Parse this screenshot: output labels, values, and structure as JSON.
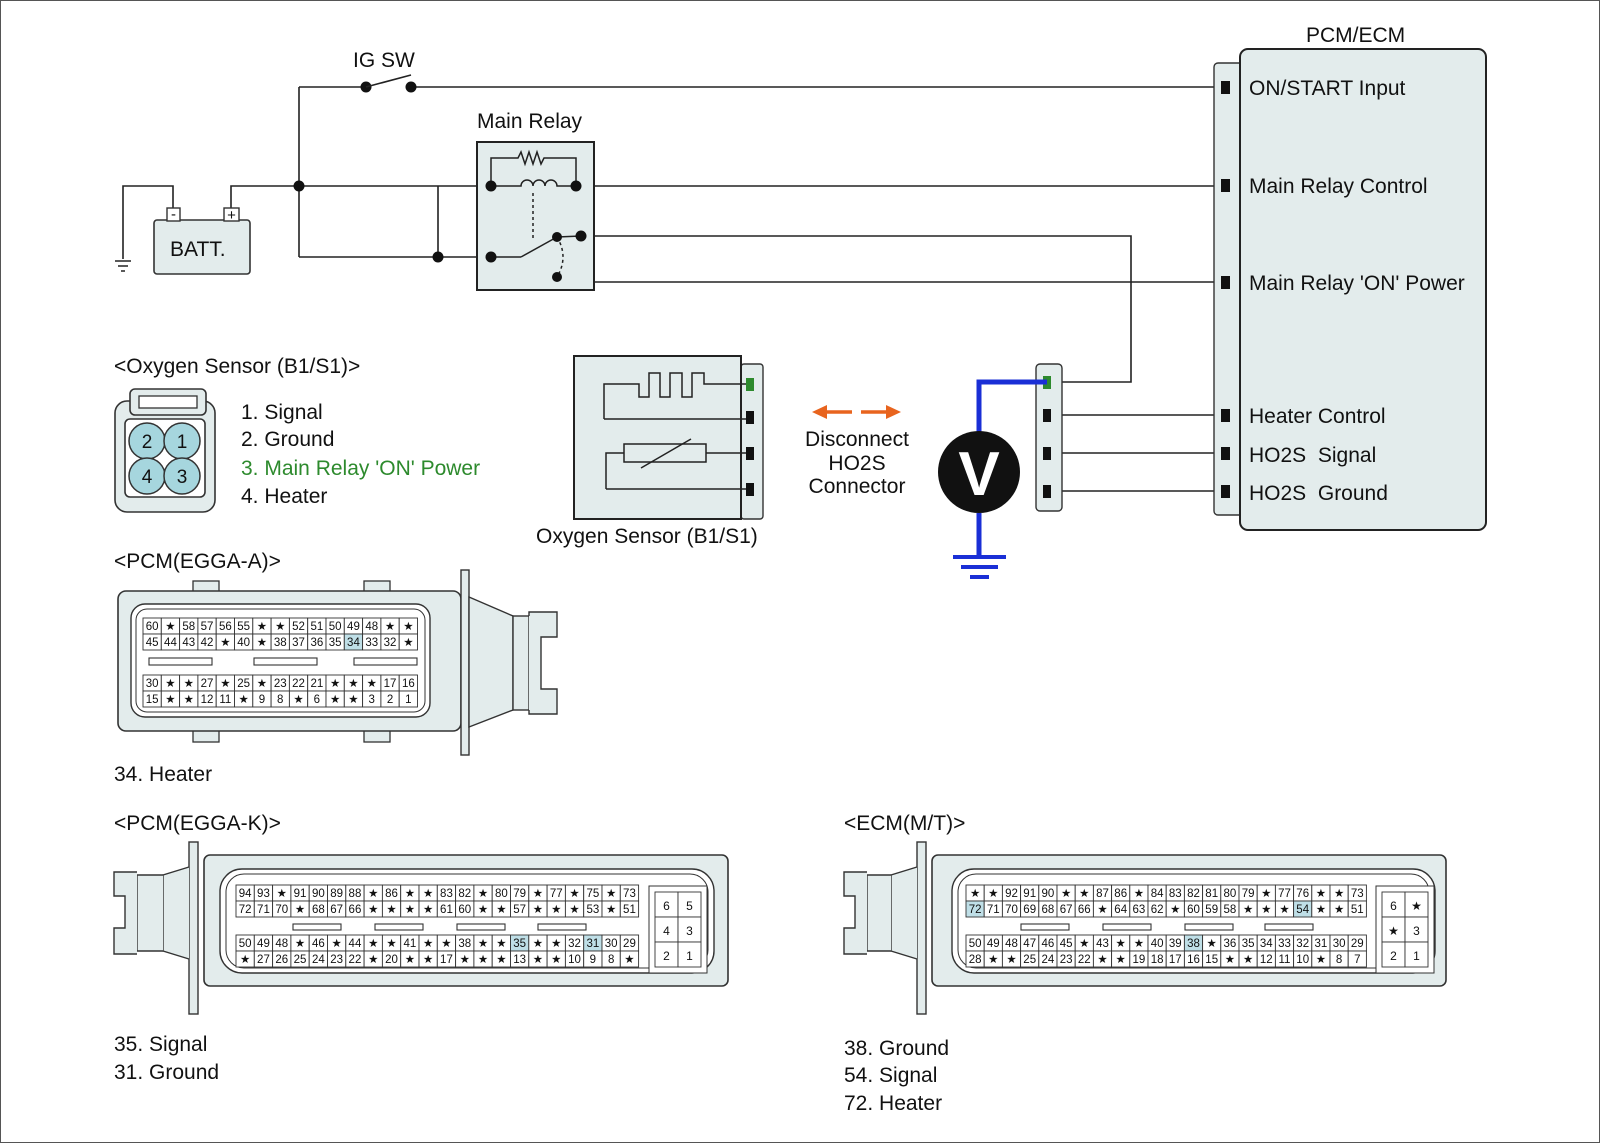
{
  "power": {
    "ig_sw": "IG SW",
    "main_relay": "Main Relay",
    "battery": "BATT.",
    "batt_neg": "-",
    "batt_pos": "+"
  },
  "pcm_ecm": {
    "title": "PCM/ECM",
    "pins": [
      "ON/START Input",
      "Main Relay Control",
      "Main Relay 'ON' Power",
      "Heater Control",
      "HO2S  Signal",
      "HO2S  Ground"
    ]
  },
  "o2_sensor": {
    "heading": "<Oxygen Sensor (B1/S1)>",
    "pin_numbers": [
      "2",
      "1",
      "4",
      "3"
    ],
    "pin_list": [
      "1. Signal",
      "2. Ground",
      "3. Main Relay 'ON' Power",
      "4. Heater"
    ],
    "highlight_color": "#2d8a2d",
    "component_label": "Oxygen Sensor (B1/S1)"
  },
  "disconnect": {
    "line1": "Disconnect",
    "line2": "HO2S",
    "line3": "Connector",
    "arrow_color": "#e8641e"
  },
  "voltmeter": {
    "symbol": "V",
    "probe_color": "#1a2fd6"
  },
  "connectors": {
    "egga_a": {
      "title": "<PCM(EGGA-A)>",
      "top": [
        [
          "60",
          "★",
          "58",
          "57",
          "56",
          "55",
          "★",
          "★",
          "52",
          "51",
          "50",
          "49",
          "48",
          "★",
          "★"
        ],
        [
          "45",
          "44",
          "43",
          "42",
          "★",
          "40",
          "★",
          "38",
          "37",
          "36",
          "35",
          "34",
          "33",
          "32",
          "★"
        ]
      ],
      "bottom": [
        [
          "30",
          "★",
          "★",
          "27",
          "★",
          "25",
          "★",
          "23",
          "22",
          "21",
          "★",
          "★",
          "★",
          "17",
          "16"
        ],
        [
          "15",
          "★",
          "★",
          "12",
          "11",
          "★",
          "9",
          "8",
          "★",
          "6",
          "★",
          "★",
          "3",
          "2",
          "1"
        ]
      ],
      "highlight": [
        "34"
      ],
      "legend": [
        "34. Heater"
      ]
    },
    "egga_k": {
      "title": "<PCM(EGGA-K)>",
      "top": [
        [
          "94",
          "93",
          "★",
          "91",
          "90",
          "89",
          "88",
          "★",
          "86",
          "★",
          "★",
          "83",
          "82",
          "★",
          "80",
          "79",
          "★",
          "77",
          "★",
          "75",
          "★",
          "73"
        ],
        [
          "72",
          "71",
          "70",
          "★",
          "68",
          "67",
          "66",
          "★",
          "★",
          "★",
          "★",
          "61",
          "60",
          "★",
          "★",
          "57",
          "★",
          "★",
          "★",
          "53",
          "★",
          "51"
        ]
      ],
      "bottom": [
        [
          "50",
          "49",
          "48",
          "★",
          "46",
          "★",
          "44",
          "★",
          "★",
          "41",
          "★",
          "★",
          "38",
          "★",
          "★",
          "35",
          "★",
          "★",
          "32",
          "31",
          "30",
          "29"
        ],
        [
          "★",
          "27",
          "26",
          "25",
          "24",
          "23",
          "22",
          "★",
          "20",
          "★",
          "★",
          "17",
          "★",
          "★",
          "★",
          "13",
          "★",
          "★",
          "10",
          "9",
          "8",
          "★"
        ]
      ],
      "small": [
        [
          "6",
          "5"
        ],
        [
          "4",
          "3"
        ],
        [
          "2",
          "1"
        ]
      ],
      "highlight": [
        "35",
        "31"
      ],
      "legend": [
        "35. Signal",
        "31. Ground"
      ]
    },
    "ecm_mt": {
      "title": "<ECM(M/T)>",
      "top": [
        [
          "★",
          "★",
          "92",
          "91",
          "90",
          "★",
          "★",
          "87",
          "86",
          "★",
          "84",
          "83",
          "82",
          "81",
          "80",
          "79",
          "★",
          "77",
          "76",
          "★",
          "★",
          "73"
        ],
        [
          "72",
          "71",
          "70",
          "69",
          "68",
          "67",
          "66",
          "★",
          "64",
          "63",
          "62",
          "★",
          "60",
          "59",
          "58",
          "★",
          "★",
          "★",
          "54",
          "★",
          "★",
          "51"
        ]
      ],
      "bottom": [
        [
          "50",
          "49",
          "48",
          "47",
          "46",
          "45",
          "★",
          "43",
          "★",
          "★",
          "40",
          "39",
          "38",
          "★",
          "36",
          "35",
          "34",
          "33",
          "32",
          "31",
          "30",
          "29"
        ],
        [
          "28",
          "★",
          "★",
          "25",
          "24",
          "23",
          "22",
          "★",
          "★",
          "19",
          "18",
          "17",
          "16",
          "15",
          "★",
          "★",
          "12",
          "11",
          "10",
          "★",
          "8",
          "7"
        ]
      ],
      "small": [
        [
          "6",
          "★"
        ],
        [
          "★",
          "3"
        ],
        [
          "2",
          "1"
        ]
      ],
      "highlight": [
        "72",
        "54",
        "38"
      ],
      "legend": [
        "38. Ground",
        "54. Signal",
        "72. Heater"
      ]
    }
  }
}
